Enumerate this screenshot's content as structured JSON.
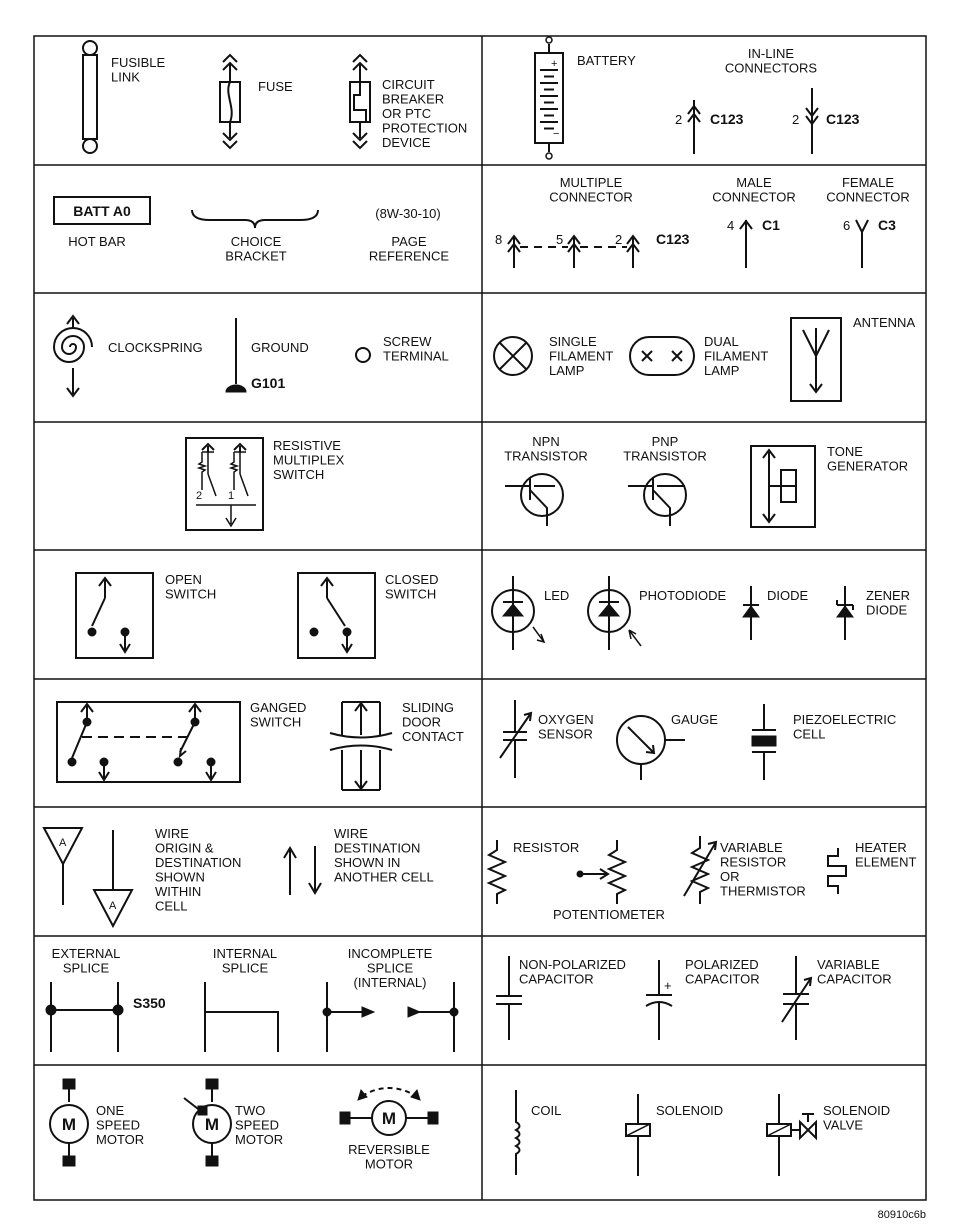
{
  "footer_code": "80910c6b",
  "cells": [
    {
      "id": "fusible",
      "lines": [
        "FUSIBLE",
        "LINK"
      ]
    },
    {
      "id": "fuse",
      "lines": [
        "FUSE"
      ]
    },
    {
      "id": "circuit_breaker",
      "lines": [
        "CIRCUIT",
        "BREAKER",
        "OR PTC",
        "PROTECTION",
        "DEVICE"
      ]
    },
    {
      "id": "battery",
      "lines": [
        "BATTERY"
      ]
    },
    {
      "id": "inline_connectors",
      "lines": [
        "IN-LINE",
        "CONNECTORS"
      ]
    },
    {
      "id": "hot_bar",
      "lines": [
        "HOT BAR"
      ]
    },
    {
      "id": "choice_bracket",
      "lines": [
        "CHOICE",
        "BRACKET"
      ]
    },
    {
      "id": "page_reference",
      "lines": [
        "PAGE",
        "REFERENCE"
      ]
    },
    {
      "id": "multiple_connector",
      "lines": [
        "MULTIPLE",
        "CONNECTOR"
      ]
    },
    {
      "id": "male_connector",
      "lines": [
        "MALE",
        "CONNECTOR"
      ]
    },
    {
      "id": "female_connector",
      "lines": [
        "FEMALE",
        "CONNECTOR"
      ]
    },
    {
      "id": "clockspring",
      "lines": [
        "CLOCKSPRING"
      ]
    },
    {
      "id": "ground",
      "lines": [
        "GROUND"
      ]
    },
    {
      "id": "screw_terminal",
      "lines": [
        "SCREW",
        "TERMINAL"
      ]
    },
    {
      "id": "single_lamp",
      "lines": [
        "SINGLE",
        "FILAMENT",
        "LAMP"
      ]
    },
    {
      "id": "dual_lamp",
      "lines": [
        "DUAL",
        "FILAMENT",
        "LAMP"
      ]
    },
    {
      "id": "antenna",
      "lines": [
        "ANTENNA"
      ]
    },
    {
      "id": "resistive_switch",
      "lines": [
        "RESISTIVE",
        "MULTIPLEX",
        "SWITCH"
      ]
    },
    {
      "id": "npn",
      "lines": [
        "NPN",
        "TRANSISTOR"
      ]
    },
    {
      "id": "pnp",
      "lines": [
        "PNP",
        "TRANSISTOR"
      ]
    },
    {
      "id": "tone",
      "lines": [
        "TONE",
        "GENERATOR"
      ]
    },
    {
      "id": "open_switch",
      "lines": [
        "OPEN",
        "SWITCH"
      ]
    },
    {
      "id": "closed_switch",
      "lines": [
        "CLOSED",
        "SWITCH"
      ]
    },
    {
      "id": "led",
      "lines": [
        "LED"
      ]
    },
    {
      "id": "photodiode",
      "lines": [
        "PHOTODIODE"
      ]
    },
    {
      "id": "diode",
      "lines": [
        "DIODE"
      ]
    },
    {
      "id": "zener",
      "lines": [
        "ZENER",
        "DIODE"
      ]
    },
    {
      "id": "ganged",
      "lines": [
        "GANGED",
        "SWITCH"
      ]
    },
    {
      "id": "sliding",
      "lines": [
        "SLIDING",
        "DOOR",
        "CONTACT"
      ]
    },
    {
      "id": "oxygen",
      "lines": [
        "OXYGEN",
        "SENSOR"
      ]
    },
    {
      "id": "gauge",
      "lines": [
        "GAUGE"
      ]
    },
    {
      "id": "piezo",
      "lines": [
        "PIEZOELECTRIC",
        "CELL"
      ]
    },
    {
      "id": "wire_within",
      "lines": [
        "WIRE",
        "ORIGIN &",
        "DESTINATION",
        "SHOWN",
        "WITHIN",
        "CELL"
      ]
    },
    {
      "id": "wire_other",
      "lines": [
        "WIRE",
        "DESTINATION",
        "SHOWN IN",
        "ANOTHER CELL"
      ]
    },
    {
      "id": "resistor",
      "lines": [
        "RESISTOR"
      ]
    },
    {
      "id": "potentiometer",
      "lines": [
        "POTENTIOMETER"
      ]
    },
    {
      "id": "variable_resistor",
      "lines": [
        "VARIABLE",
        "RESISTOR",
        "OR",
        "THERMISTOR"
      ]
    },
    {
      "id": "heater",
      "lines": [
        "HEATER",
        "ELEMENT"
      ]
    },
    {
      "id": "external_splice",
      "lines": [
        "EXTERNAL",
        "SPLICE"
      ]
    },
    {
      "id": "internal_splice",
      "lines": [
        "INTERNAL",
        "SPLICE"
      ]
    },
    {
      "id": "incomplete_splice",
      "lines": [
        "INCOMPLETE",
        "SPLICE",
        "(INTERNAL)"
      ]
    },
    {
      "id": "non_polarized_cap",
      "lines": [
        "NON-POLARIZED",
        "CAPACITOR"
      ]
    },
    {
      "id": "polarized_cap",
      "lines": [
        "POLARIZED",
        "CAPACITOR"
      ]
    },
    {
      "id": "variable_cap",
      "lines": [
        "VARIABLE",
        "CAPACITOR"
      ]
    },
    {
      "id": "one_speed",
      "lines": [
        "ONE",
        "SPEED",
        "MOTOR"
      ]
    },
    {
      "id": "two_speed",
      "lines": [
        "TWO",
        "SPEED",
        "MOTOR"
      ]
    },
    {
      "id": "reversible",
      "lines": [
        "REVERSIBLE",
        "MOTOR"
      ]
    },
    {
      "id": "coil",
      "lines": [
        "COIL"
      ]
    },
    {
      "id": "solenoid",
      "lines": [
        "SOLENOID"
      ]
    },
    {
      "id": "solenoid_valve",
      "lines": [
        "SOLENOID",
        "VALVE"
      ]
    }
  ],
  "tags": {
    "batt_a0": "BATT A0",
    "page_ref_code": "(8W-30-10)",
    "c123_a": "C123",
    "c123_b": "C123",
    "c123_c": "C123",
    "c1": "C1",
    "c3": "C3",
    "g101": "G101",
    "s350": "S350",
    "pin_2a": "2",
    "pin_2b": "2",
    "pin_8": "8",
    "pin_5": "5",
    "pin_2c": "2",
    "pin_4": "4",
    "pin_6": "6",
    "sw_2": "2",
    "sw_1": "1",
    "batt_plus": "+",
    "batt_minus": "−",
    "cap_plus": "+",
    "wire_a1": "A",
    "wire_a2": "A",
    "motor_m1": "M",
    "motor_m2": "M",
    "motor_m3": "M"
  }
}
